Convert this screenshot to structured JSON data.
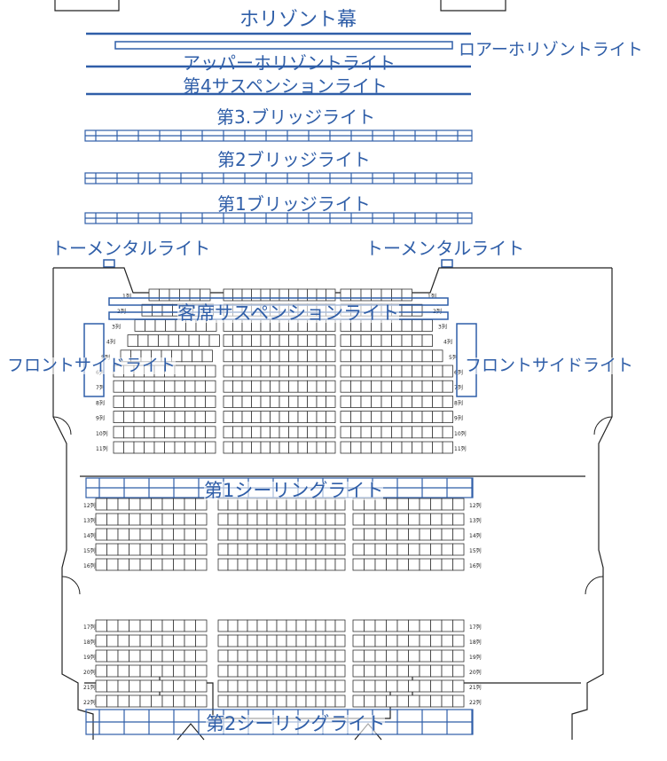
{
  "colors": {
    "light_blue": "#2f5ea8",
    "seat_line": "#333333",
    "wall": "#222222"
  },
  "labels": {
    "horizon_curtain": "ホリゾント幕",
    "lower_horizon_light": "ロアーホリゾントライト",
    "upper_horizon_light": "アッパーホリゾントライト",
    "suspension4": "第4サスペンションライト",
    "bridge3": "第3.ブリッジライト",
    "bridge2": "第2ブリッジライト",
    "bridge1": "第1ブリッジライト",
    "tormentor_left": "トーメンタルライト",
    "tormentor_right": "トーメンタルライト",
    "audience_suspension": "客席サスペンションライト",
    "front_side_left": "フロントサイドライト",
    "front_side_right": "フロントサイドライト",
    "ceiling1": "第1シーリングライト",
    "ceiling2": "第2シーリングライト"
  },
  "rows_upper": [
    "1列",
    "2列",
    "3列",
    "4列",
    "5列",
    "6列",
    "7列",
    "8列",
    "9列",
    "10列",
    "11列"
  ],
  "rows_lower": [
    "12列",
    "13列",
    "14列",
    "15列",
    "16列",
    "17列",
    "18列",
    "19列",
    "20列",
    "21列",
    "22列"
  ]
}
